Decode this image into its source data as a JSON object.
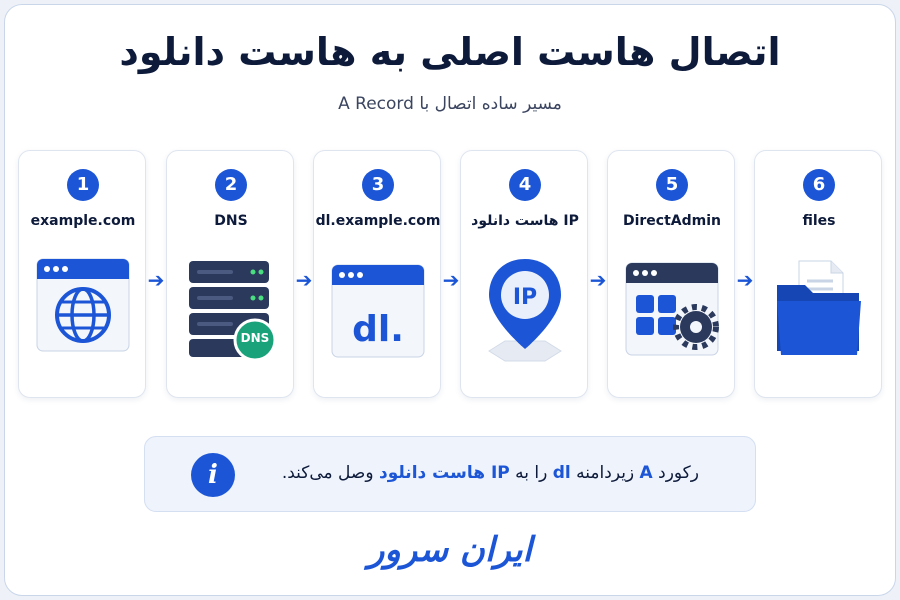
{
  "header": {
    "title": "اتصال هاست اصلی به هاست دانلود",
    "subtitle": "مسیر ساده اتصال با A Record"
  },
  "steps": [
    {
      "number": "1",
      "label": "example.com",
      "icon": "browser-globe-icon"
    },
    {
      "number": "2",
      "label": "DNS",
      "icon": "dns-server-icon",
      "badge": "DNS"
    },
    {
      "number": "3",
      "label": "dl.example.com",
      "icon": "browser-dl-icon",
      "badge": "dl."
    },
    {
      "number": "4",
      "label": "IP هاست دانلود",
      "icon": "ip-location-pin-icon",
      "badge": "IP"
    },
    {
      "number": "5",
      "label": "DirectAdmin",
      "icon": "directadmin-panel-icon"
    },
    {
      "number": "6",
      "label": "files",
      "icon": "folder-files-icon"
    }
  ],
  "info": {
    "icon": "info-icon",
    "part1": "رکورد",
    "hl1": "A",
    "part2": "زیردامنه",
    "hl2": "dl",
    "part3": "را به",
    "hl3": "IP هاست دانلود",
    "part4": "وصل می‌کند."
  },
  "brand": {
    "name": "ایران سرور"
  },
  "colors": {
    "accent": "#1c56d6",
    "text": "#0d1a3a"
  }
}
